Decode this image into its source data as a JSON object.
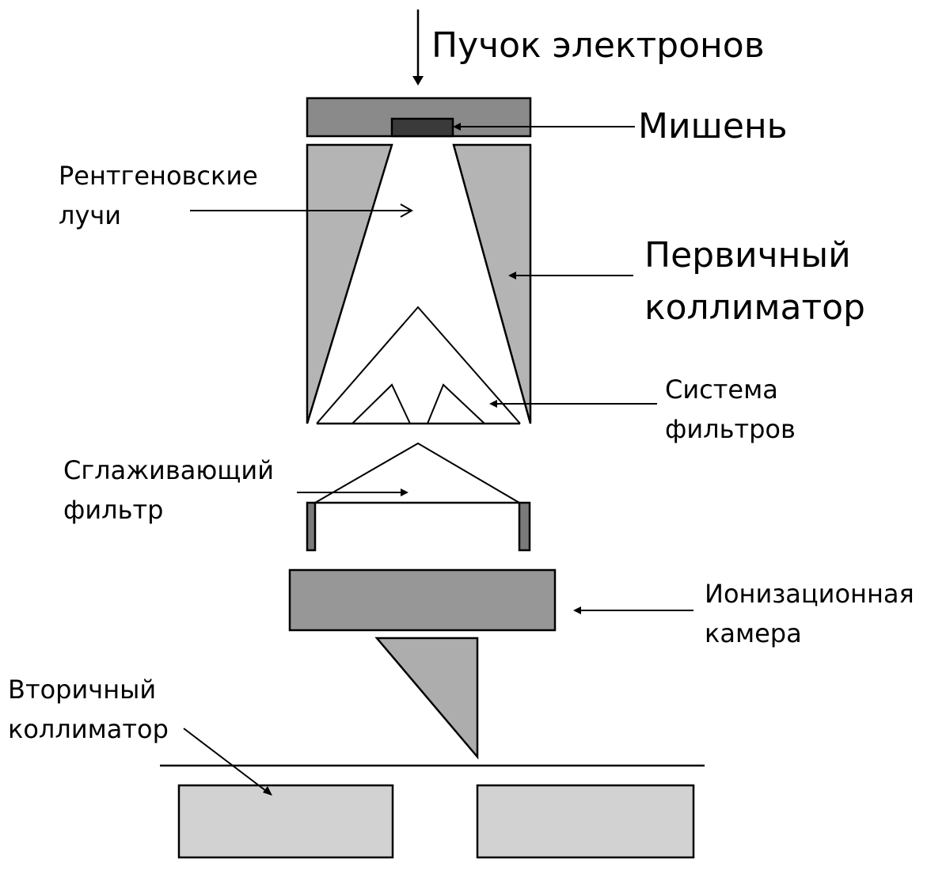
{
  "labels": {
    "electron_beam": "Пучок электронов",
    "target": "Мишень",
    "xrays_line1": "Рентгеновские",
    "xrays_line2": "лучи",
    "primary_collimator_line1": "Первичный",
    "primary_collimator_line2": "коллиматор",
    "filter_system_line1": "Система",
    "filter_system_line2": "фильтров",
    "flattening_filter_line1": "Сглаживающий",
    "flattening_filter_line2": "фильтр",
    "ion_chamber_line1": "Ионизационная",
    "ion_chamber_line2": "камера",
    "secondary_collimator_line1": "Вторичный",
    "secondary_collimator_line2": "коллиматор"
  },
  "colors": {
    "target_housing": "#8a8a8a",
    "target": "#3a3a3a",
    "primary_collimator": "#b4b4b4",
    "flattening_filter_legs": "#7a7a7a",
    "ion_chamber": "#979797",
    "wedge": "#adadad",
    "secondary_collimator": "#d2d2d2",
    "lines": "#000000"
  }
}
